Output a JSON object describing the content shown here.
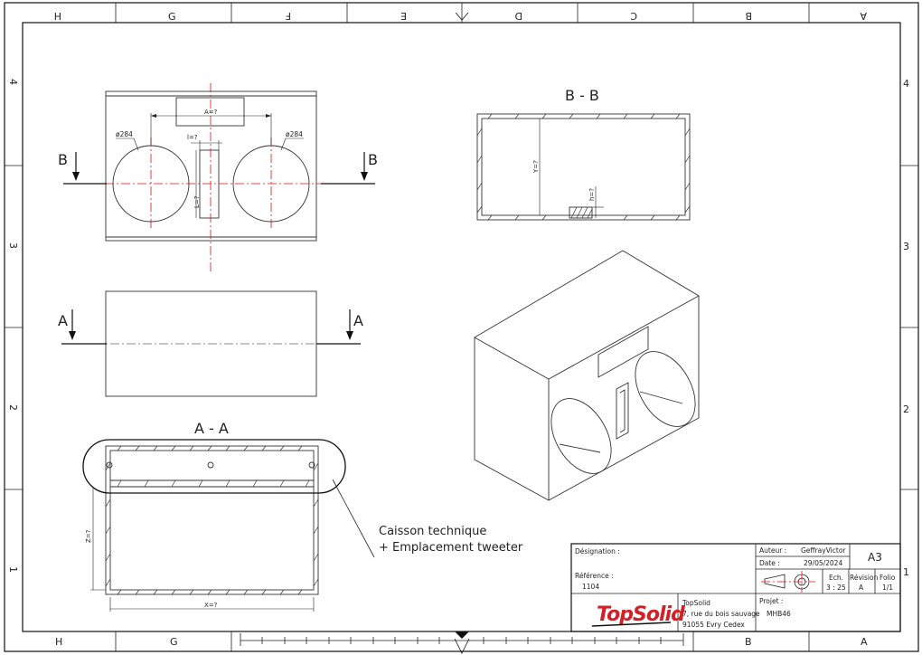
{
  "zones": {
    "columns": [
      "H",
      "G",
      "F",
      "E",
      "D",
      "C",
      "B",
      "A"
    ],
    "rows": [
      "4",
      "3",
      "2",
      "1"
    ]
  },
  "views": {
    "section_bb": "B - B",
    "section_aa": "A - A",
    "cut_b": "B",
    "cut_a": "A"
  },
  "dimensions": {
    "a": "A=?",
    "l_small": "l=?",
    "l_big": "L=?",
    "y": "Y=?",
    "h": "h=?",
    "z": "Z=?",
    "x": "X=?",
    "diameter_left": "ø284",
    "diameter_right": "ø284"
  },
  "annotation": {
    "line1": "Caisson technique",
    "line2": "+ Emplacement tweeter"
  },
  "title_block": {
    "designation_label": "Désignation :",
    "reference_label": "Référence :",
    "reference_value": "1104",
    "logo_text": "TopSolid",
    "company_name": "TopSolid",
    "company_address1": "7, rue du bois sauvage",
    "company_address2": "91055 Evry Cedex",
    "author_label": "Auteur :",
    "author_value": "GeffrayVictor",
    "date_label": "Date :",
    "date_value": "29/05/2024",
    "format": "A3",
    "scale_label": "Ech.",
    "scale_value": "3 : 25",
    "revision_label": "Révision",
    "revision_value": "A",
    "folio_label": "Folio",
    "folio_value": "1/1",
    "project_label": "Projet :",
    "project_value": "MHB46"
  },
  "colors": {
    "centerline": "#d11111",
    "logo_red": "#d41f26"
  }
}
